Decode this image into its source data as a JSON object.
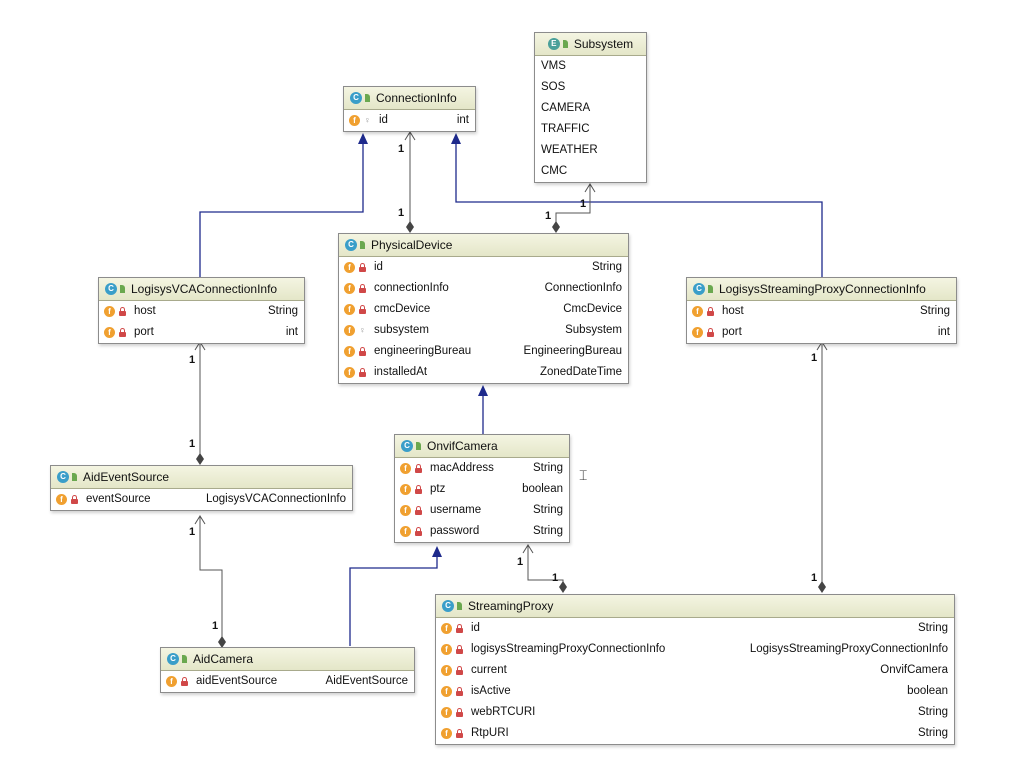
{
  "classes": {
    "connection_info": {
      "name": "ConnectionInfo",
      "fields": [
        {
          "name": "id",
          "type": "int"
        }
      ]
    },
    "subsystem": {
      "name": "Subsystem",
      "values": [
        "VMS",
        "SOS",
        "CAMERA",
        "TRAFFIC",
        "WEATHER",
        "CMC"
      ]
    },
    "physical_device": {
      "name": "PhysicalDevice",
      "fields": [
        {
          "name": "id",
          "type": "String"
        },
        {
          "name": "connectionInfo",
          "type": "ConnectionInfo"
        },
        {
          "name": "cmcDevice",
          "type": "CmcDevice"
        },
        {
          "name": "subsystem",
          "type": "Subsystem"
        },
        {
          "name": "engineeringBureau",
          "type": "EngineeringBureau"
        },
        {
          "name": "installedAt",
          "type": "ZonedDateTime"
        }
      ]
    },
    "logisys_vca": {
      "name": "LogisysVCAConnectionInfo",
      "fields": [
        {
          "name": "host",
          "type": "String"
        },
        {
          "name": "port",
          "type": "int"
        }
      ]
    },
    "logisys_streaming": {
      "name": "LogisysStreamingProxyConnectionInfo",
      "fields": [
        {
          "name": "host",
          "type": "String"
        },
        {
          "name": "port",
          "type": "int"
        }
      ]
    },
    "aid_event_source": {
      "name": "AidEventSource",
      "fields": [
        {
          "name": "eventSource",
          "type": "LogisysVCAConnectionInfo"
        }
      ]
    },
    "onvif_camera": {
      "name": "OnvifCamera",
      "fields": [
        {
          "name": "macAddress",
          "type": "String"
        },
        {
          "name": "ptz",
          "type": "boolean"
        },
        {
          "name": "username",
          "type": "String"
        },
        {
          "name": "password",
          "type": "String"
        }
      ]
    },
    "aid_camera": {
      "name": "AidCamera",
      "fields": [
        {
          "name": "aidEventSource",
          "type": "AidEventSource"
        }
      ]
    },
    "streaming_proxy": {
      "name": "StreamingProxy",
      "fields": [
        {
          "name": "id",
          "type": "String"
        },
        {
          "name": "logisysStreamingProxyConnectionInfo",
          "type": "LogisysStreamingProxyConnectionInfo"
        },
        {
          "name": "current",
          "type": "OnvifCamera"
        },
        {
          "name": "isActive",
          "type": "boolean"
        },
        {
          "name": "webRTCURI",
          "type": "String"
        },
        {
          "name": "RtpURI",
          "type": "String"
        }
      ]
    }
  },
  "icons": {
    "class": "C",
    "enum": "E",
    "field": "f"
  },
  "multiplicity": "1",
  "colors": {
    "inheritance": "#1e2a8c",
    "association": "#555555",
    "header": "#e8eacc",
    "field_icon": "#f0a030"
  }
}
